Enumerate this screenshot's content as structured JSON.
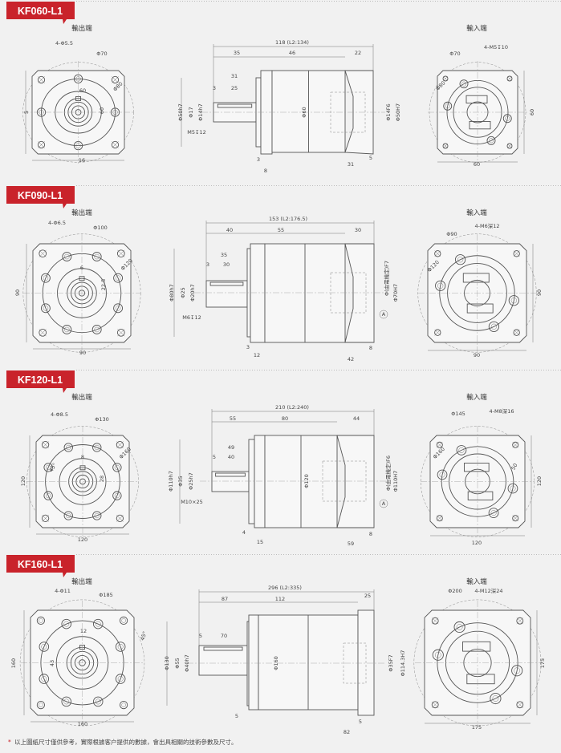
{
  "sections": [
    {
      "model": "KF060-L1",
      "output_label": "輸出端",
      "input_label": "輸入端",
      "output_dims": [
        "4-Φ5.5",
        "Φ70",
        "Φ80",
        "60",
        "60",
        "5",
        "16"
      ],
      "side_dims": [
        "118 (L2:134)",
        "35",
        "46",
        "22",
        "31",
        "3",
        "25",
        "Φ50h7",
        "Φ17",
        "Φ14h7",
        "M5↧12",
        "Φ60",
        "Φ14F6",
        "Φ50H7",
        "3",
        "8",
        "5",
        "31"
      ],
      "input_dims": [
        "4-M5↧10",
        "Φ70",
        "Φ80",
        "60",
        "60"
      ]
    },
    {
      "model": "KF090-L1",
      "output_label": "輸出端",
      "input_label": "輸入端",
      "output_dims": [
        "4-Φ6.5",
        "Φ100",
        "Φ120",
        "6",
        "22.5",
        "90",
        "90"
      ],
      "side_dims": [
        "153 (L2:176.5)",
        "40",
        "55",
        "30",
        "35",
        "3",
        "30",
        "Φ80h7",
        "Φ25",
        "Φ20h7",
        "M6↧12",
        "Φ(由電機定)F7",
        "Φ70H7",
        "A",
        "3",
        "12",
        "8",
        "42"
      ],
      "input_dims": [
        "4-M6深12",
        "Φ90",
        "Φ120",
        "90",
        "90"
      ]
    },
    {
      "model": "KF120-L1",
      "output_label": "輸出端",
      "input_label": "輸入端",
      "output_dims": [
        "4-Φ8.5",
        "Φ130",
        "Φ160",
        "8",
        "45°",
        "28",
        "120",
        "120"
      ],
      "side_dims": [
        "210 (L2:240)",
        "55",
        "80",
        "44",
        "49",
        "5",
        "40",
        "Φ110h7",
        "Φ35",
        "Φ25h7",
        "M10×25",
        "Φ120",
        "Φ(由電機定)F6",
        "Φ110H7",
        "A",
        "4",
        "15",
        "8",
        "59"
      ],
      "input_dims": [
        "4-M8深16",
        "Φ145",
        "Φ160",
        "50",
        "120",
        "120"
      ]
    },
    {
      "model": "KF160-L1",
      "output_label": "輸出端",
      "input_label": "輸入端",
      "output_dims": [
        "4-Φ11",
        "Φ185",
        "45°",
        "12",
        "43",
        "160",
        "160"
      ],
      "side_dims": [
        "296 (L2:335)",
        "87",
        "112",
        "25",
        "5",
        "70",
        "Φ130",
        "Φ55",
        "Φ40h7",
        "Φ160",
        "Φ35F7",
        "Φ114.3H7",
        "5",
        "5",
        "82"
      ],
      "input_dims": [
        "Φ200",
        "4-M12深24",
        "175",
        "175"
      ]
    }
  ],
  "footnote": {
    "asterisk": "*",
    "text": "以上圖紙尺寸僅供參考，實際根據客户提供的數據，會出具相關的技術參數及尺寸。"
  },
  "colors": {
    "badge": "#c9232b",
    "background": "#f1f1f1",
    "line": "#555555"
  }
}
